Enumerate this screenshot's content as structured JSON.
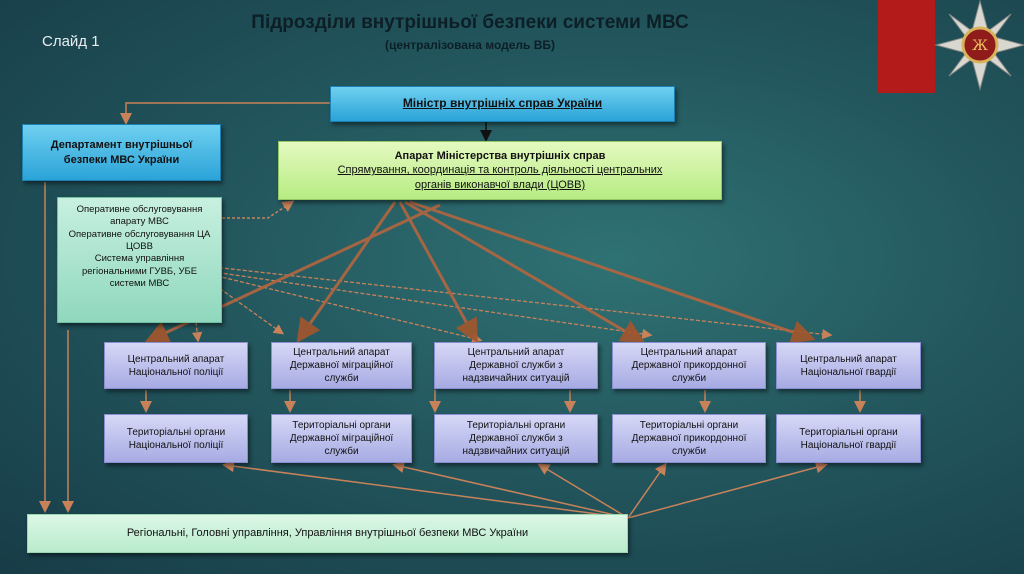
{
  "slide_label": "Слайд 1",
  "title": "Підрозділи внутрішньої безпеки системи МВС",
  "subtitle": "(централізована модель ВБ)",
  "minister": "Міністр внутрішніх справ України",
  "department": "Департамент внутрішньої безпеки МВС України",
  "apparatus": {
    "title": "Апарат Міністерства внутрішніх справ",
    "description": "Спрямування, координація та контроль діяльності центральних органів виконавчої влади (ЦОВВ)"
  },
  "operations": [
    "Оперативне обслуговування апарату МВС",
    "Оперативне обслуговування ЦА ЦОВВ",
    "Система управління регіональними ГУВБ, УБЕ системи МВС"
  ],
  "central": [
    "Центральний апарат Національної поліції",
    "Центральний апарат Державної міграційної служби",
    "Центральний апарат Державної служби з надзвичайних ситуацій",
    "Центральний апарат Державної прикордонної служби",
    "Центральний апарат Національної гвардії"
  ],
  "territorial": [
    "Територіальні органи Національної поліції",
    "Територіальні органи Державної міграційної служби",
    "Територіальні органи Державної служби з надзвичайних ситуацій",
    "Територіальні органи Державної прикордонної служби",
    "Територіальні органи Національної гвардії"
  ],
  "regional": "Регіональні, Головні управління, Управління внутрішньої безпеки МВС України",
  "colors": {
    "arrow": "#c8825a",
    "arrow_dark": "#a4562c",
    "red_bar": "#b31b1b"
  }
}
